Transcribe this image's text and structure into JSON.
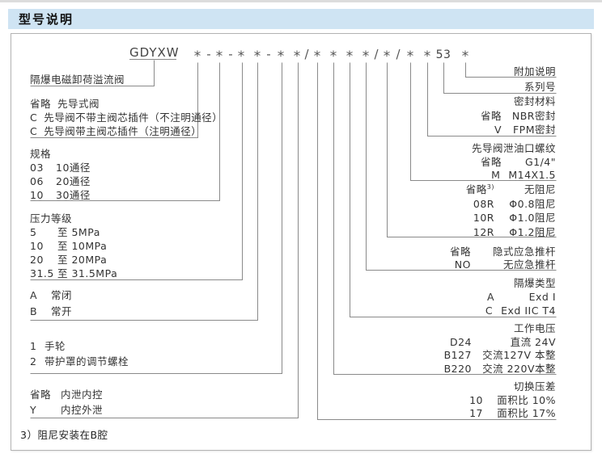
{
  "header": {
    "title": "型号说明"
  },
  "colors": {
    "title_bar_bg": "#cfe4f3",
    "line_color": "#8a8a8a"
  },
  "model_code": {
    "prefix": "GDYXW",
    "symbols": [
      "*",
      "-",
      "*",
      "-",
      "*",
      "*",
      "-",
      "*",
      "*",
      "/",
      "*",
      "*",
      "*",
      "*",
      "/",
      "*",
      "/",
      "*",
      "*",
      "53",
      "*"
    ]
  },
  "sections_left": [
    {
      "rows": [
        {
          "code": "",
          "desc": "隔爆电磁卸荷溢流阀"
        }
      ]
    },
    {
      "rows": [
        {
          "code": "省略",
          "desc": "先导式阀"
        },
        {
          "code": "C",
          "desc": "先导阀不带主阀芯插件（不注明通径）"
        },
        {
          "code": "C",
          "desc": "先导阀带主阀芯插件（注明通径）"
        }
      ]
    },
    {
      "rows": [
        {
          "code": "",
          "desc": "规格"
        },
        {
          "code": "03",
          "desc": "10通径"
        },
        {
          "code": "06",
          "desc": "20通径"
        },
        {
          "code": "10",
          "desc": "30通径"
        }
      ]
    },
    {
      "rows": [
        {
          "code": "",
          "desc": "压力等级"
        },
        {
          "code": "5",
          "desc": "至  5MPa"
        },
        {
          "code": "10",
          "desc": "至 10MPa"
        },
        {
          "code": "20",
          "desc": "至 20MPa"
        },
        {
          "code": "31.5",
          "desc": "至 31.5MPa"
        }
      ]
    },
    {
      "rows": [
        {
          "code": "A",
          "desc": "常闭"
        },
        {
          "code": "B",
          "desc": "常开"
        }
      ]
    },
    {
      "rows": [
        {
          "code": "1",
          "desc": "手轮"
        },
        {
          "code": "2",
          "desc": "带护罩的调节螺栓"
        }
      ]
    },
    {
      "rows": [
        {
          "code": "省略",
          "desc": "内泄内控"
        },
        {
          "code": "Y",
          "desc": "内控外泄"
        }
      ]
    }
  ],
  "sections_right": [
    {
      "rows": [
        {
          "code": "",
          "desc": "附加说明"
        }
      ]
    },
    {
      "rows": [
        {
          "code": "",
          "desc": "系列号"
        }
      ]
    },
    {
      "rows": [
        {
          "code": "",
          "desc": "密封材料"
        },
        {
          "code": "省略",
          "desc": "NBR密封"
        },
        {
          "code": "V",
          "desc": "FPM密封"
        }
      ]
    },
    {
      "rows": [
        {
          "code": "",
          "desc": "先导阀泄油口螺纹"
        },
        {
          "code": "省略",
          "desc": "G1/4\""
        },
        {
          "code": "M",
          "desc": "M14X1.5"
        }
      ]
    },
    {
      "rows": [
        {
          "code": "省略",
          "sup": "3)",
          "desc": "无阻尼"
        },
        {
          "code": "08R",
          "desc": "Φ0.8阻尼"
        },
        {
          "code": "10R",
          "desc": "Φ1.0阻尼"
        },
        {
          "code": "12R",
          "desc": "Φ1.2阻尼"
        }
      ]
    },
    {
      "rows": [
        {
          "code": "省略",
          "desc": "隐式应急推杆"
        },
        {
          "code": "NO",
          "desc": "无应急推杆"
        }
      ]
    },
    {
      "rows": [
        {
          "code": "",
          "desc": "隔爆类型"
        },
        {
          "code": "A",
          "desc": "Exd I"
        },
        {
          "code": "C",
          "desc": "Exd IIC T4"
        }
      ]
    },
    {
      "rows": [
        {
          "code": "",
          "desc": "工作电压"
        },
        {
          "code": "D24",
          "desc": "直流 24V"
        },
        {
          "code": "B127",
          "desc": "交流127V 本整"
        },
        {
          "code": "B220",
          "desc": "交流 220V本整"
        }
      ]
    },
    {
      "rows": [
        {
          "code": "",
          "desc": "切换压差"
        },
        {
          "code": "10",
          "desc": "面积比 10%"
        },
        {
          "code": "17",
          "desc": "面积比 17%"
        }
      ]
    }
  ],
  "footnote": "3）阻尼安装在B腔"
}
